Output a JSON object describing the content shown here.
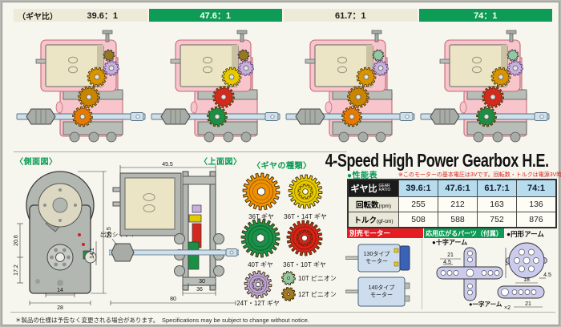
{
  "ratio_bar": {
    "prefix": "（ギヤ比）",
    "items": [
      {
        "label": "39.6：1",
        "highlight": false
      },
      {
        "label": "47.6：1",
        "highlight": true
      },
      {
        "label": "61.7：1",
        "highlight": false
      },
      {
        "label": "74：1",
        "highlight": true
      }
    ]
  },
  "gearboxes": [
    {
      "ratio": "39.6:1",
      "pinion": "#96781e",
      "g1": "#d99400",
      "g2": "#c98500",
      "g3": "#e67a00"
    },
    {
      "ratio": "47.6:1",
      "pinion": "#96781e",
      "g1": "#e6c900",
      "g2": "#d42a1e",
      "g3": "#1b8f44"
    },
    {
      "ratio": "61.7:1",
      "pinion": "#93c9a2",
      "g1": "#d99400",
      "g2": "#c98500",
      "g3": "#e67a00"
    },
    {
      "ratio": "74:1",
      "pinion": "#93c9a2",
      "g1": "#d99400",
      "g2": "#d42a1e",
      "g3": "#1b8f44"
    }
  ],
  "title": "4-Speed High Power Gearbox H.E.",
  "perf": {
    "heading": "●性能表",
    "note": "※このモーターの基本電圧は3Vです。回転数・トルクは電源3V時の参考値です。",
    "corner_label": "ギヤ比",
    "corner_sub": "GEAR RATIO",
    "ratios": [
      "39.6:1",
      "47.6:1",
      "61.7:1",
      "74:1"
    ],
    "rows": [
      {
        "label": "回転数",
        "unit": "(rpm)",
        "values": [
          "255",
          "212",
          "163",
          "136"
        ]
      },
      {
        "label": "トルク",
        "unit": "(gf-cm)",
        "values": [
          "508",
          "588",
          "752",
          "876"
        ]
      }
    ]
  },
  "side_view": {
    "heading": "〈側面図〉",
    "dims": {
      "height": "56.5",
      "upper_left": "20.6",
      "lower_left": "17.2",
      "inner": "14.1",
      "width_inner": "14",
      "width_outer": "28"
    }
  },
  "top_view": {
    "heading": "〈上面図〉",
    "shaft_label": "出力シャフト",
    "dims": {
      "width": "45.5",
      "w30": "30",
      "w36": "36",
      "w80": "80"
    }
  },
  "gear_types": {
    "heading": "〈ギヤの種類〉",
    "items": [
      {
        "label": "36T ギヤ",
        "color": "#ef9000"
      },
      {
        "label": "36T・14T ギヤ",
        "color": "#e8cb00"
      },
      {
        "label": "40T ギヤ",
        "color": "#1a9148"
      },
      {
        "label": "36T・10T ギヤ",
        "color": "#d92318"
      },
      {
        "label": "24T・12T ギヤ",
        "color": "#bfa8d6"
      },
      {
        "label": "10T ピニオン",
        "color": "#93c9a2"
      },
      {
        "label": "12T ピニオン",
        "color": "#a3791f"
      }
    ]
  },
  "motors": {
    "heading": "別売モーター",
    "items": [
      {
        "line1": "130タイプ",
        "line2": "モーター"
      },
      {
        "line1": "140タイプ",
        "line2": "モーター"
      }
    ]
  },
  "parts": {
    "heading": "応用広がるパーツ（付属）",
    "cross_label": "●十字アーム",
    "circle_label": "●円形アーム",
    "straight_label": "●一字アーム",
    "straight_qty": "×2",
    "dims": {
      "cross_w": "21",
      "cross_pitch": "4.5",
      "cross_h": "18",
      "circle_d": "18",
      "circle_pitch": "4.5",
      "straight_w": "21"
    }
  },
  "footer": "＊製品の仕様は予告なく変更される場合があります。　Specifications may be subject to change without notice.",
  "colors": {
    "accent_green": "#0d9b55",
    "table_blue": "#b7dcee",
    "bar_red": "#e61c23",
    "housing_pink": "#f7c5cb"
  }
}
